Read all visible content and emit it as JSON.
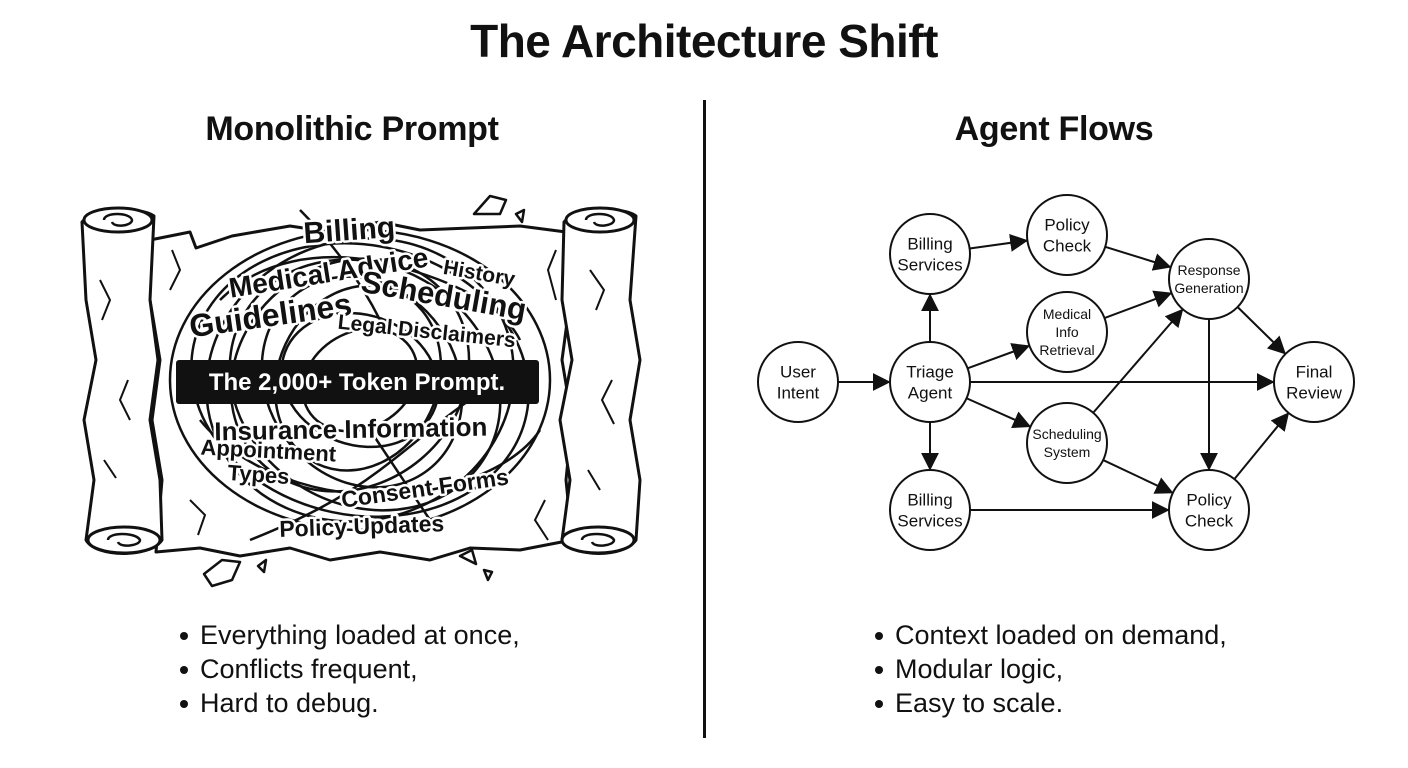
{
  "title": "The Architecture Shift",
  "left": {
    "heading": "Monolithic Prompt",
    "words": [
      "Billing",
      "Medical Advice",
      "History",
      "Guidelines",
      "Scheduling",
      "Legal Disclaimers",
      "Insurance Information",
      "Appointment",
      "Types",
      "Consent Forms",
      "Policy Updates"
    ],
    "banner": "The 2,000+ Token Prompt.",
    "bullets": [
      "Everything loaded at once,",
      "Conflicts frequent,",
      "Hard to debug."
    ]
  },
  "right": {
    "heading": "Agent Flows",
    "nodes": {
      "user_intent": [
        "User",
        "Intent"
      ],
      "triage": [
        "Triage",
        "Agent"
      ],
      "billing_top": [
        "Billing",
        "Services"
      ],
      "billing_bottom": [
        "Billing",
        "Services"
      ],
      "policy_top": [
        "Policy",
        "Check"
      ],
      "medical": [
        "Medical",
        "Info",
        "Retrieval"
      ],
      "scheduling": [
        "Scheduling",
        "System"
      ],
      "response": [
        "Response",
        "Generation"
      ],
      "policy_bottom": [
        "Policy",
        "Check"
      ],
      "final": [
        "Final",
        "Review"
      ]
    },
    "edges": [
      [
        "user_intent",
        "triage"
      ],
      [
        "triage",
        "billing_top"
      ],
      [
        "triage",
        "billing_bottom"
      ],
      [
        "triage",
        "medical"
      ],
      [
        "triage",
        "scheduling"
      ],
      [
        "triage",
        "final"
      ],
      [
        "billing_top",
        "policy_top"
      ],
      [
        "policy_top",
        "response"
      ],
      [
        "medical",
        "response"
      ],
      [
        "scheduling",
        "response"
      ],
      [
        "scheduling",
        "policy_bottom"
      ],
      [
        "billing_bottom",
        "policy_bottom"
      ],
      [
        "response",
        "policy_bottom"
      ],
      [
        "response",
        "final"
      ],
      [
        "policy_bottom",
        "final"
      ]
    ],
    "bullets": [
      "Context loaded on demand,",
      "Modular logic,",
      "Easy to scale."
    ]
  }
}
